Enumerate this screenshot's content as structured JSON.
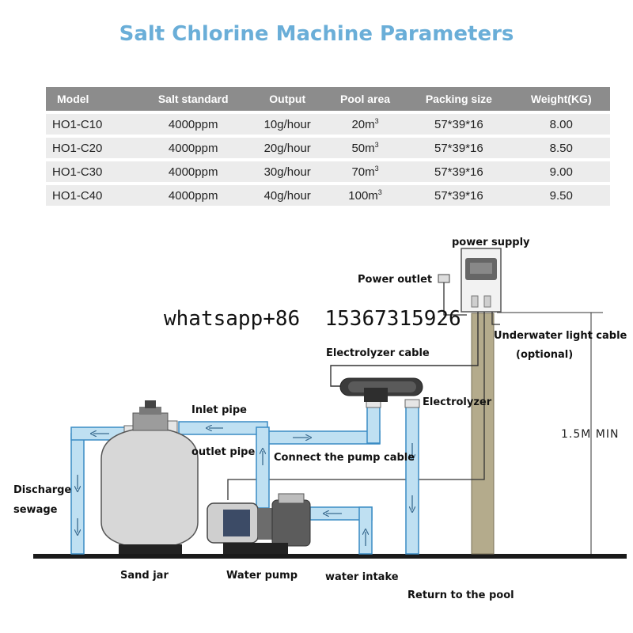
{
  "title": "Salt Chlorine Machine Parameters",
  "table": {
    "headers": [
      "Model",
      "Salt standard",
      "Output",
      "Pool area",
      "Packing size",
      "Weight(KG)"
    ],
    "rows": [
      {
        "model": "HO1-C10",
        "salt": "4000ppm",
        "output": "10g/hour",
        "area": "20m",
        "packing": "57*39*16",
        "weight": "8.00"
      },
      {
        "model": "HO1-C20",
        "salt": "4000ppm",
        "output": "20g/hour",
        "area": "50m",
        "packing": "57*39*16",
        "weight": "8.50"
      },
      {
        "model": "HO1-C30",
        "salt": "4000ppm",
        "output": "30g/hour",
        "area": "70m",
        "packing": "57*39*16",
        "weight": "9.00"
      },
      {
        "model": "HO1-C40",
        "salt": "4000ppm",
        "output": "40g/hour",
        "area": "100m",
        "packing": "57*39*16",
        "weight": "9.50"
      }
    ],
    "area_unit_sup": "3"
  },
  "diagram": {
    "labels": {
      "power_supply": "power supply",
      "power_outlet": "Power outlet",
      "underwater_light_cable": "Underwater light cable",
      "optional": "(optional)",
      "electrolyzer_cable": "Electrolyzer cable",
      "electrolyzer": "Electrolyzer",
      "inlet_pipe": "Inlet pipe",
      "outlet_pipe": "outlet pipe",
      "connect_pump_cable": "Connect the pump cable",
      "height": "1.5M MIN",
      "discharge": "Discharge",
      "sewage": "sewage",
      "sand_jar": "Sand jar",
      "water_pump": "Water pump",
      "water_intake": "water intake",
      "return_pool": "Return to the pool"
    },
    "watermark": "whatsapp+86  15367315926",
    "colors": {
      "pipe_fill": "#bfe0f2",
      "pipe_stroke": "#3a8cc4",
      "title": "#6aaed8",
      "header_bg": "#8c8c8c",
      "row_bg": "#ececec"
    }
  }
}
